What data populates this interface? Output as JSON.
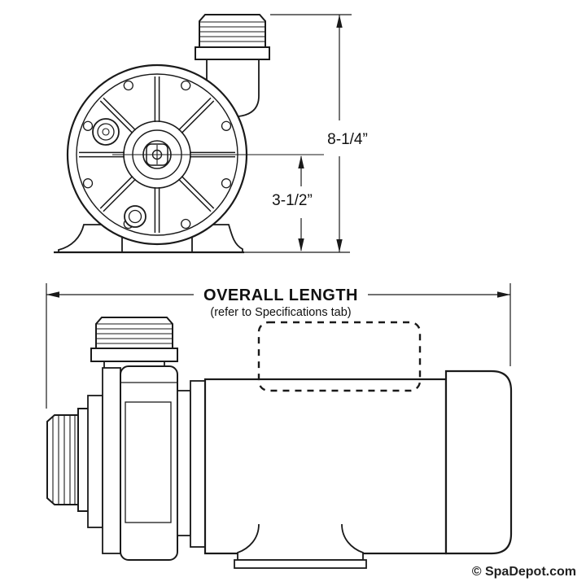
{
  "canvas": {
    "background": "#ffffff",
    "ink": "#1a1a1a"
  },
  "front_view": {
    "dim_overall_height": "8-1/4”",
    "dim_center_height": "3-1/2”"
  },
  "side_view": {
    "overall_length_label": "OVERALL LENGTH",
    "overall_length_note": "(refer to Specifications tab)"
  },
  "footer": {
    "credit": "© SpaDepot.com"
  }
}
